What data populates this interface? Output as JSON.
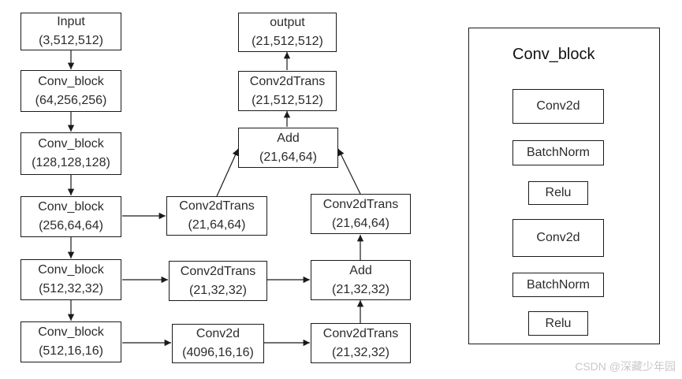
{
  "nodes": {
    "input": {
      "name": "Input",
      "shape": "(3,512,512)"
    },
    "cb1": {
      "name": "Conv_block",
      "shape": "(64,256,256)"
    },
    "cb2": {
      "name": "Conv_block",
      "shape": "(128,128,128)"
    },
    "cb3": {
      "name": "Conv_block",
      "shape": "(256,64,64)"
    },
    "cb4": {
      "name": "Conv_block",
      "shape": "(512,32,32)"
    },
    "cb5": {
      "name": "Conv_block",
      "shape": "(512,16,16)"
    },
    "ct_mid_top": {
      "name": "Conv2dTrans",
      "shape": "(21,64,64)"
    },
    "ct_mid_2": {
      "name": "Conv2dTrans",
      "shape": "(21,32,32)"
    },
    "conv_mid": {
      "name": "Conv2d",
      "shape": "(4096,16,16)"
    },
    "ct_right_bot": {
      "name": "Conv2dTrans",
      "shape": "(21,32,32)"
    },
    "add_low": {
      "name": "Add",
      "shape": "(21,32,32)"
    },
    "ct_right_up": {
      "name": "Conv2dTrans",
      "shape": "(21,64,64)"
    },
    "add_top": {
      "name": "Add",
      "shape": "(21,64,64)"
    },
    "ct_final": {
      "name": "Conv2dTrans",
      "shape": "(21,512,512)"
    },
    "output": {
      "name": "output",
      "shape": "(21,512,512)"
    }
  },
  "conv_block_panel": {
    "title": "Conv_block",
    "layers": [
      "Conv2d",
      "BatchNorm",
      "Relu",
      "Conv2d",
      "BatchNorm",
      "Relu"
    ]
  },
  "watermark": "CSDN @深藏少年园"
}
